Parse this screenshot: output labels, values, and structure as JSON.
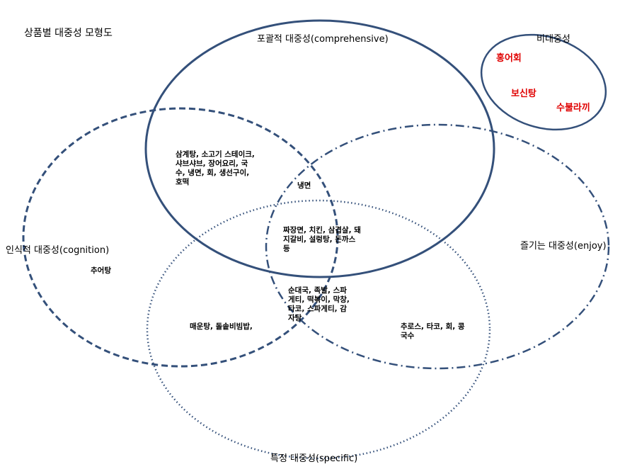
{
  "title": "상품별 대중성 모형도",
  "sets": {
    "comprehensive": "포괄적 대중성(comprehensive)",
    "non_popular": "비대중성",
    "cognition": "인식적 대중성(cognition)",
    "enjoy": "즐기는 대중성(enjoy)",
    "specific": "특정 대중성(specific)"
  },
  "non_popular_items": [
    "홍어회",
    "보신탕",
    "수불라끼"
  ],
  "regions": {
    "comp_cog": "삼계탕, 소고기 스테이크, 샤브샤브, 장어요리, 국수, 냉면, 회, 생선구이, 호떡",
    "comp_enjoy": "냉면",
    "center": "짜장면, 치킨, 삼겹살, 돼지갈비, 설렁탕, 돈까스 등",
    "cog_only": "추어탕",
    "cog_spec_enjoy": "순대국, 족발, 스파게티, 떡볶이, 막창, 타코, 스파게티, 감자탕",
    "cog_spec": "매운탕, 돌솥비빔밥,",
    "spec_enjoy": "추로스, 타코, 회, 콩국수"
  },
  "colors": {
    "stroke": "#34507a",
    "text": "#000000",
    "highlight": "#e00000"
  }
}
